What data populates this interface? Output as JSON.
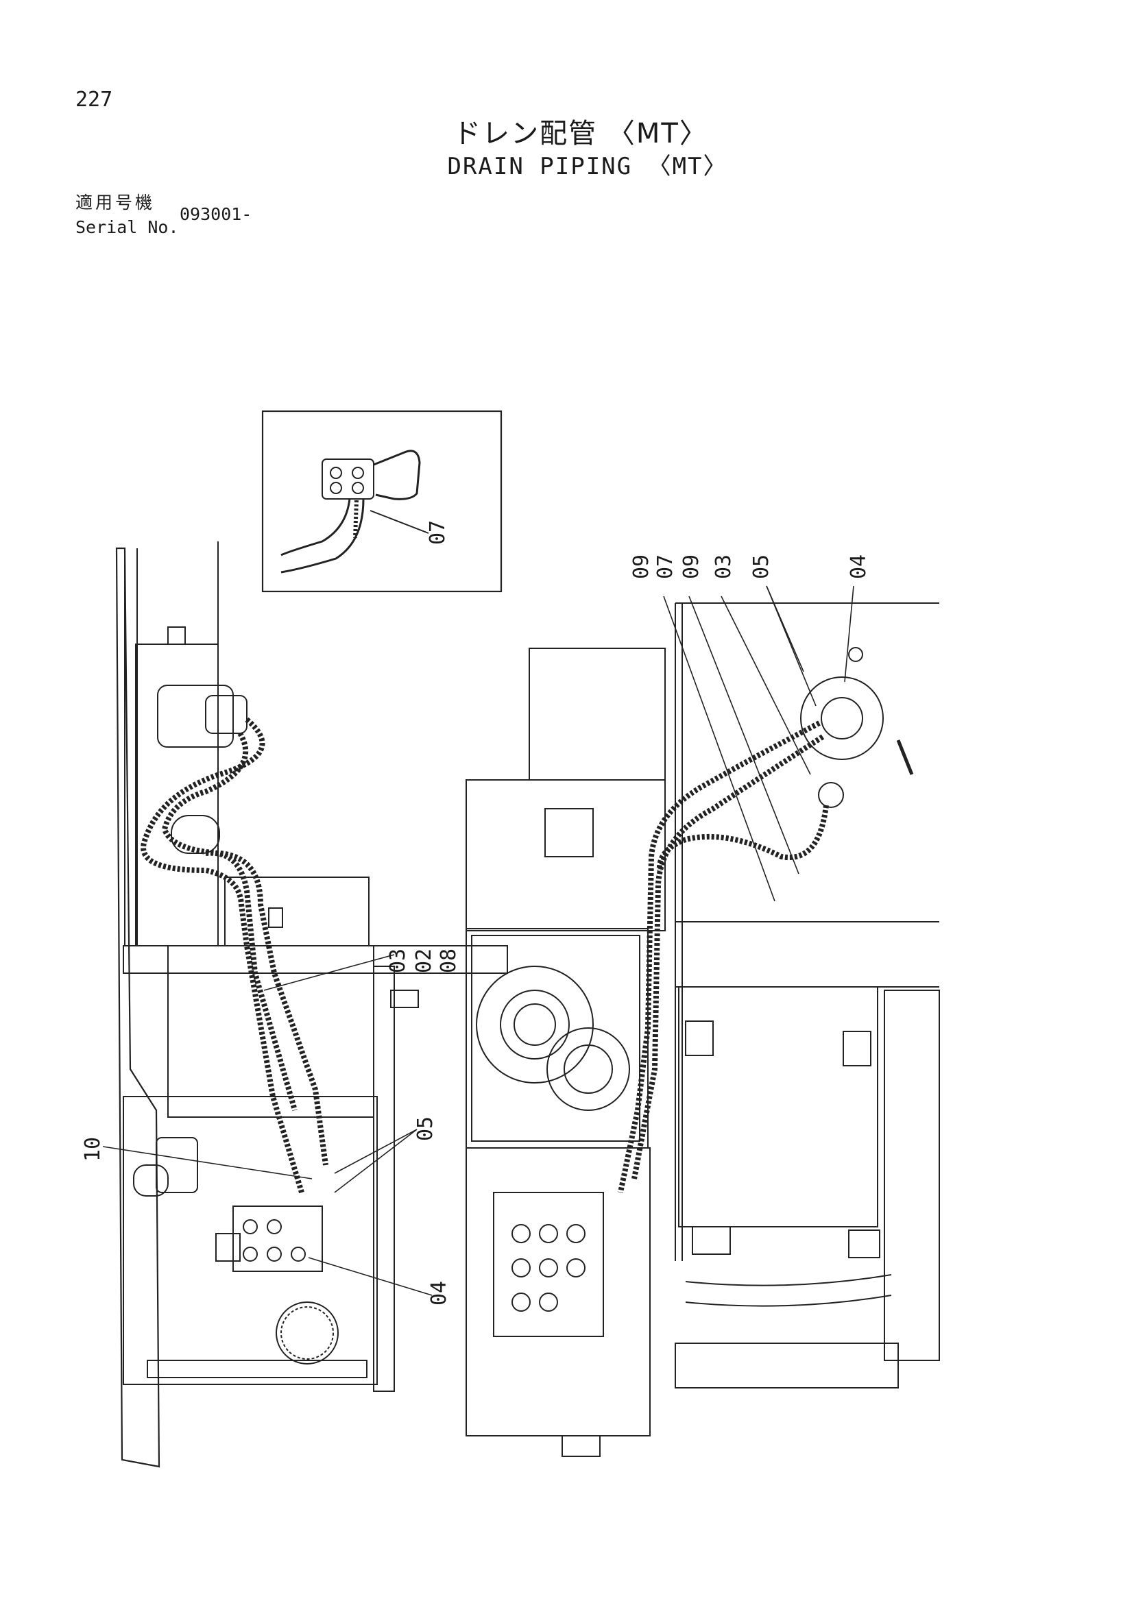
{
  "page_number": "227",
  "title_jp": "ドレン配管 〈MT〉",
  "title_en": "DRAIN PIPING 〈MT〉",
  "serial": {
    "label_jp": "適用号機",
    "label_en": "Serial No.",
    "value": "093001-"
  },
  "callouts": {
    "c07_inset": "07",
    "c09a": "09",
    "c07": "07",
    "c09b": "09",
    "c03_top": "03",
    "c05_top": "05",
    "c04_top": "04",
    "c03_mid": "03",
    "c02_mid": "02",
    "c08_mid": "08",
    "c10": "10",
    "c05_bottom": "05",
    "c04_bottom": "04"
  }
}
